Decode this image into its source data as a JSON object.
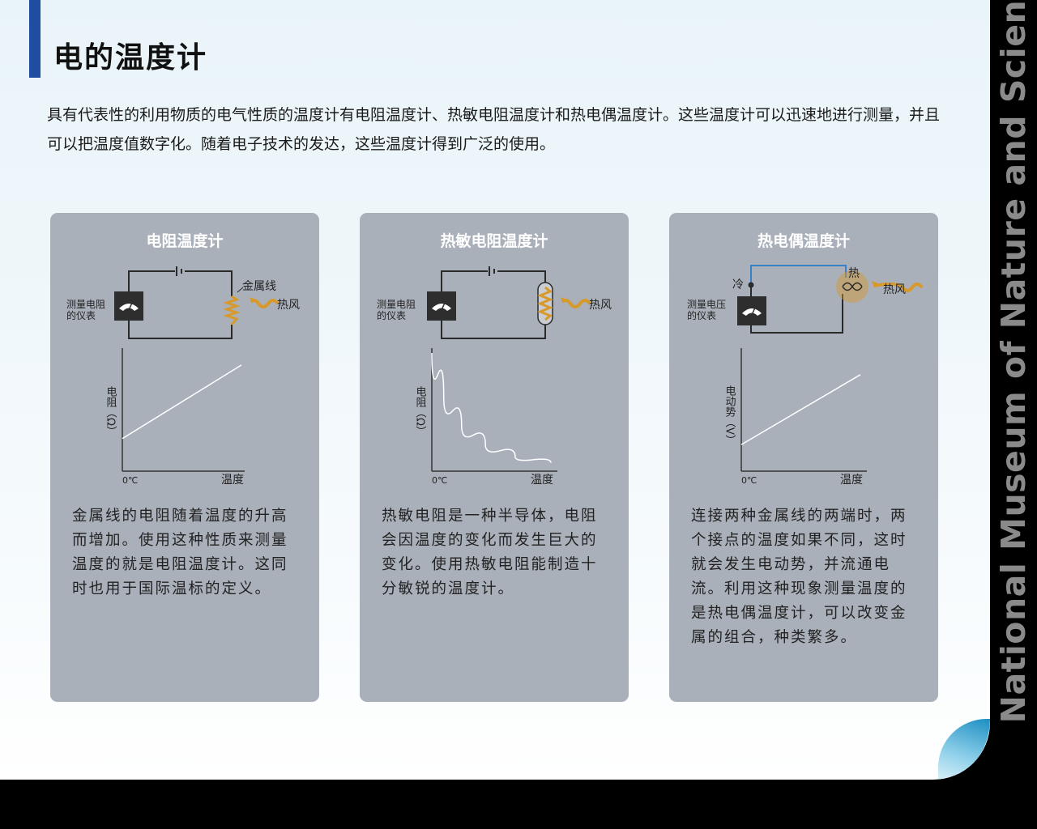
{
  "title": "电的温度计",
  "intro": "具有代表性的利用物质的电气性质的温度计有电阻温度计、热敏电阻温度计和热电偶温度计。这些温度计可以迅速地进行测量，并且可以把温度值数字化。随着电子技术的发达，这些温度计得到广泛的使用。",
  "side_text": "National Museum of Nature and Science",
  "colors": {
    "accent": "#1f4da1",
    "card": "#aab0ba",
    "heater": "#d79a2a",
    "wire_blue": "#3b7fc4"
  },
  "cards": [
    {
      "title": "电阻温度计",
      "meter_label_1": "测量电阻",
      "meter_label_2": "的仪表",
      "part_label": "金属线",
      "wind_label": "热风",
      "ylabel": "电阻（Ω）",
      "xlabel": "温度",
      "x_origin": "0℃",
      "description": "金属线的电阻随着温度的升高而增加。使用这种性质来测量温度的就是电阻温度计。这同时也用于国际温标的定义。"
    },
    {
      "title": "热敏电阻温度计",
      "meter_label_1": "测量电阻",
      "meter_label_2": "的仪表",
      "wind_label": "热风",
      "ylabel": "电阻（Ω）",
      "xlabel": "温度",
      "x_origin": "0℃",
      "description": "热敏电阻是一种半导体，电阻会因温度的变化而发生巨大的变化。使用热敏电阻能制造十分敏锐的温度计。"
    },
    {
      "title": "热电偶温度计",
      "meter_label_1": "测量电压",
      "meter_label_2": "的仪表",
      "cold_label": "冷",
      "hot_label": "热",
      "wind_label": "热风",
      "ylabel": "电动势（V）",
      "xlabel": "温度",
      "x_origin": "0℃",
      "description": "连接两种金属线的两端时，两个接点的温度如果不同，这时就会发生电动势，并流通电流。利用这种现象测量温度的是热电偶温度计，可以改变金属的组合，种类繁多。"
    }
  ],
  "chart_data": [
    {
      "type": "line",
      "xlabel": "温度",
      "ylabel": "电阻（Ω）",
      "x_ticks": [
        "0℃"
      ],
      "shape": "linear-increasing",
      "x": [
        0,
        1
      ],
      "y": [
        0.27,
        0.88
      ]
    },
    {
      "type": "line",
      "xlabel": "温度",
      "ylabel": "电阻（Ω）",
      "x_ticks": [
        "0℃"
      ],
      "shape": "decreasing-exponential",
      "x": [
        0,
        0.1,
        0.25,
        0.45,
        0.7,
        1
      ],
      "y": [
        0.98,
        0.62,
        0.38,
        0.22,
        0.12,
        0.07
      ]
    },
    {
      "type": "line",
      "xlabel": "温度",
      "ylabel": "电动势（V）",
      "x_ticks": [
        "0℃"
      ],
      "shape": "linear-increasing",
      "x": [
        0,
        1
      ],
      "y": [
        0.22,
        0.8
      ]
    }
  ]
}
